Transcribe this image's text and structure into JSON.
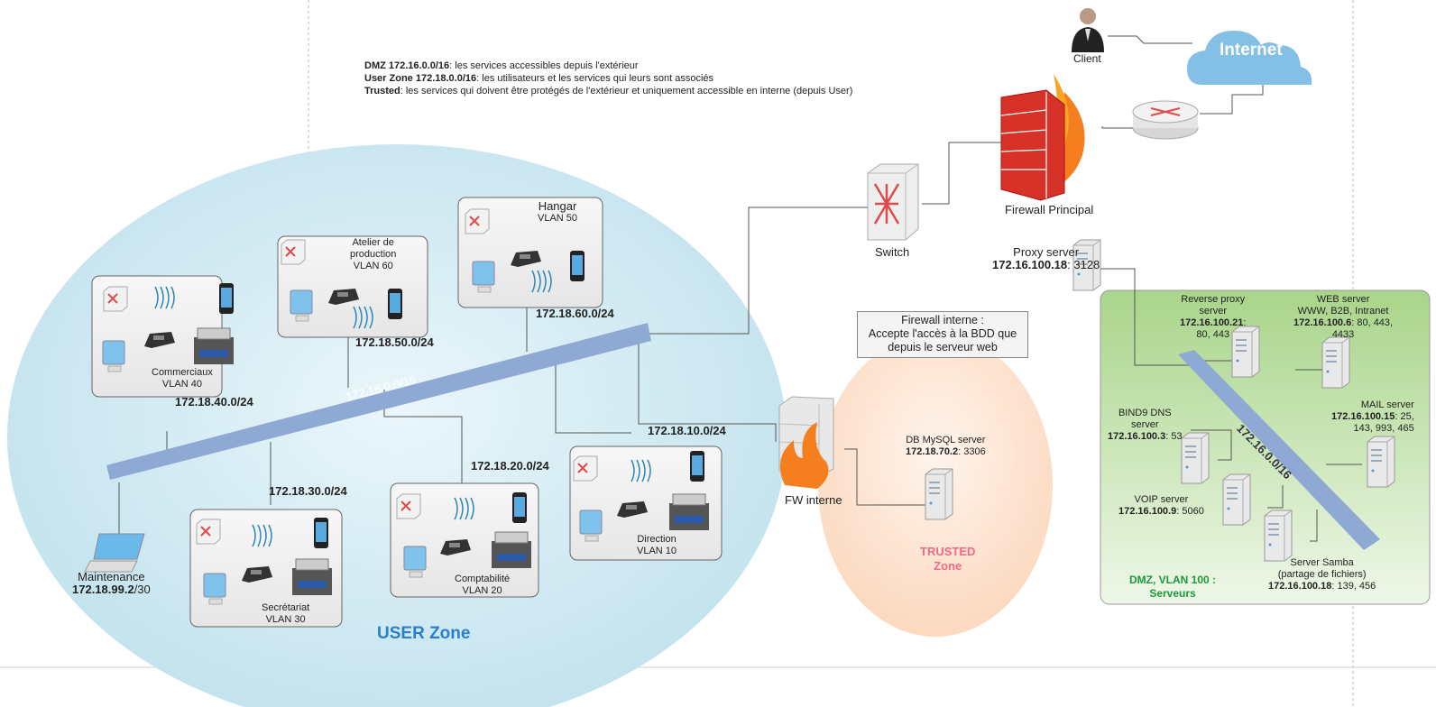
{
  "legend": {
    "dmz_key": "DMZ 172.16.0.0/16",
    "dmz_text": ": les services accessibles depuis l'extérieur",
    "user_key": "User Zone 172.18.0.0/16",
    "user_text": ": les utilisateurs et les services qui leurs sont associés",
    "trusted_key": "Trusted",
    "trusted_text": ": les services qui doivent être protégés de l'extérieur et uniquement accessible en interne (depuis User)"
  },
  "internet": {
    "label": "Internet"
  },
  "client": {
    "label": "Client"
  },
  "firewall_principal": {
    "label": "Firewall Principal"
  },
  "switch": {
    "label": "Switch"
  },
  "proxy": {
    "label": "Proxy server",
    "ip": "172.16.100.18",
    "port": ": 3128"
  },
  "fw_note": {
    "line1": "Firewall interne :",
    "line2": "Accepte l'accès à la BDD que",
    "line3": "depuis le serveur web"
  },
  "fw_interne": {
    "label": "FW interne"
  },
  "db": {
    "label": "DB MySQL server",
    "ip": "172.18.70.2",
    "port": ": 3306"
  },
  "trusted_zone": {
    "line1": "TRUSTED",
    "line2": "Zone"
  },
  "user_zone": {
    "label": "USER Zone"
  },
  "user_backbone": {
    "label": "172.18.0.0/16"
  },
  "dmz_backbone": {
    "label": "172.16.0.0/16"
  },
  "maintenance": {
    "label": "Maintenance",
    "ip": "172.18.99.2",
    "mask": "/30"
  },
  "vlans": {
    "commerciaux": {
      "name": "Commerciaux",
      "vlan": "VLAN 40",
      "net": "172.18.40.0/24"
    },
    "atelier": {
      "name1": "Atelier de",
      "name2": "production",
      "vlan": "VLAN 60",
      "net": "172.18.50.0/24"
    },
    "hangar": {
      "name": "Hangar",
      "vlan": "VLAN 50",
      "net": "172.18.60.0/24"
    },
    "secretariat": {
      "name": "Secrétariat",
      "vlan": "VLAN 30",
      "net": "172.18.30.0/24"
    },
    "comptabilite": {
      "name": "Comptabilité",
      "vlan": "VLAN 20",
      "net": "172.18.20.0/24"
    },
    "direction": {
      "name": "Direction",
      "vlan": "VLAN 10",
      "net": "172.18.10.0/24"
    }
  },
  "dmz": {
    "title1": "DMZ, VLAN 100 :",
    "title2": "Serveurs",
    "reverse_proxy": {
      "l1": "Reverse proxy",
      "l2": "server",
      "ip": "172.16.100.21",
      "port": ":",
      "port2": "80, 443"
    },
    "web": {
      "l1": "WEB server",
      "l2": "WWW, B2B, Intranet",
      "ip": "172.16.100.6",
      "port": ": 80, 443,",
      "port2": "4433"
    },
    "mail": {
      "l1": "MAIL server",
      "ip": "172.16.100.15",
      "port": ": 25,",
      "port2": "143, 993, 465"
    },
    "dns": {
      "l1": "BIND9 DNS",
      "l2": "server",
      "ip": "172.16.100.3",
      "port": ": 53"
    },
    "voip": {
      "l1": "VOIP server",
      "ip": "172.16.100.9",
      "port": ": 5060"
    },
    "samba": {
      "l1": "Server Samba",
      "l2": "(partage de fichiers)",
      "ip": "172.16.100.18",
      "port": ": 139, 456"
    }
  }
}
